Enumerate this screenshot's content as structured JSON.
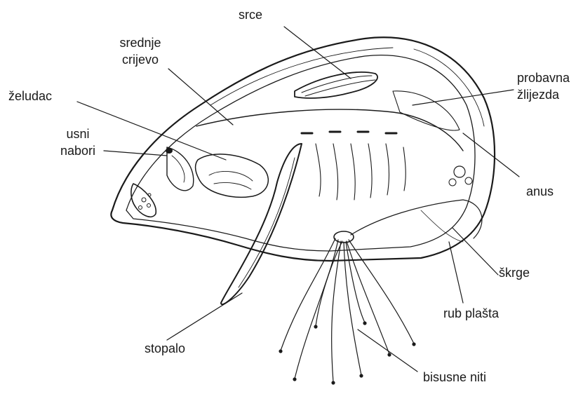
{
  "labels": {
    "srce": "srce",
    "srednje_crijevo_line1": "srednje",
    "srednje_crijevo_line2": "crijevo",
    "zeludac": "želudac",
    "usni_nabori_line1": "usni",
    "usni_nabori_line2": "nabori",
    "probavna_zlijezda_line1": "probavna",
    "probavna_zlijezda_line2": "žlijezda",
    "anus": "anus",
    "skrge": "škrge",
    "rub_plasta": "rub plašta",
    "stopalo": "stopalo",
    "bisusne_niti": "bisusne niti"
  },
  "colors": {
    "ink": "#1a1a1a",
    "background": "#ffffff"
  }
}
